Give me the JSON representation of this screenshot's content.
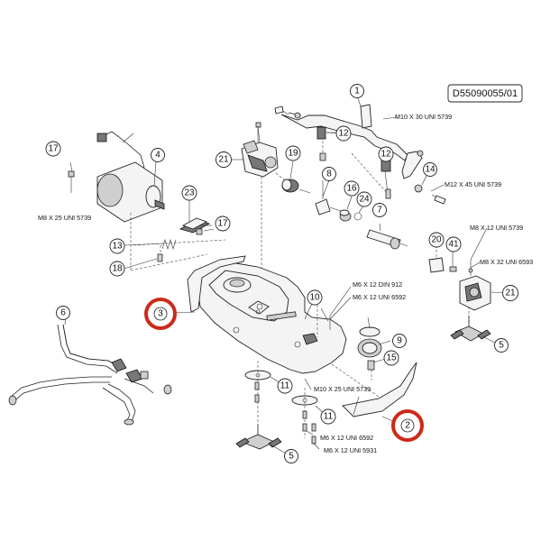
{
  "document_id": "D55090055/01",
  "callouts": {
    "c1": "1",
    "c2": "2",
    "c3": "3",
    "c4": "4",
    "c5a": "5",
    "c5b": "5",
    "c6": "6",
    "c7": "7",
    "c8": "8",
    "c9": "9",
    "c10": "10",
    "c11a": "11",
    "c11b": "11",
    "c12a": "12",
    "c12b": "12",
    "c13": "13",
    "c14": "14",
    "c15": "15",
    "c16": "16",
    "c17a": "17",
    "c17b": "17",
    "c18": "18",
    "c19": "19",
    "c20": "20",
    "c21a": "21",
    "c21b": "21",
    "c23": "23",
    "c24": "24",
    "c41": "41"
  },
  "specs": {
    "m10x30": "M10 X 30 UNI 5739",
    "m12x45": "M12 X 45 UNI 5739",
    "m8x25": "M8 X 25 UNI 5739",
    "m8x12": "M8 X 12 UNI 5739",
    "m8x32": "M8 X 32 UNI 6593",
    "m6x12din": "M6 X 12 DIN 912",
    "m6x12uni6592a": "M6 X 12 UNI 6592",
    "m10x25": "M10 X 25 UNI 5739",
    "m6x12uni6592b": "M6 X 12 UNI 6592",
    "m6x12uni5931": "M6 X 12 UNI 5931"
  },
  "highlight_color": "#cc2a1a"
}
